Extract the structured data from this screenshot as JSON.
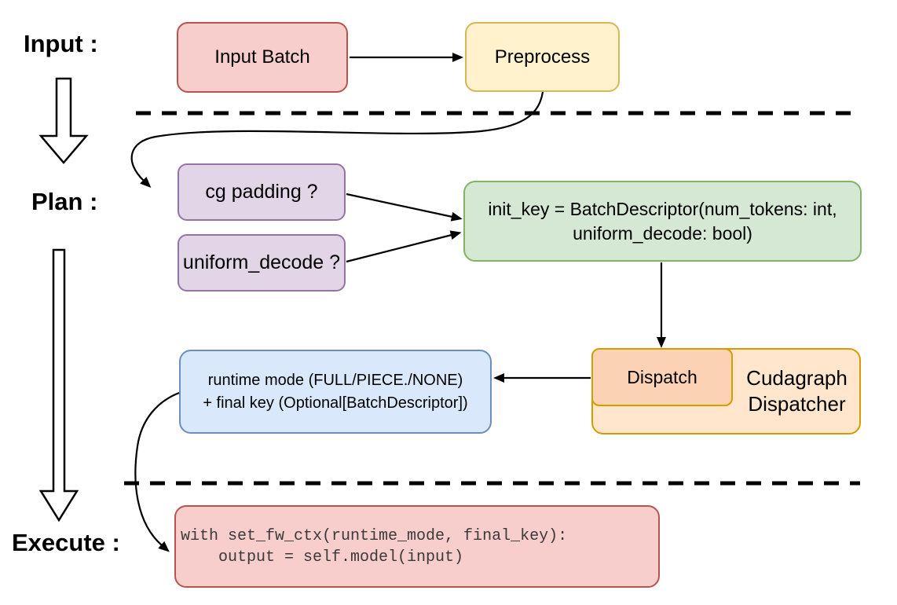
{
  "labels": {
    "input": "Input :",
    "plan": "Plan :",
    "execute": "Execute :"
  },
  "nodes": {
    "input_batch": {
      "label": "Input Batch",
      "fill": "#f8cecc",
      "border": "#b85450"
    },
    "preprocess": {
      "label": "Preprocess",
      "fill": "#fff2cc",
      "border": "#d6b656"
    },
    "cg_padding": {
      "label": "cg padding ?",
      "fill": "#e1d5e7",
      "border": "#9673a6"
    },
    "uniform_decode": {
      "label": "uniform_decode ?",
      "fill": "#e1d5e7",
      "border": "#9673a6"
    },
    "init_key": {
      "line1": "init_key = BatchDescriptor(num_tokens: int,",
      "line2": "uniform_decode: bool)",
      "fill": "#d5e8d4",
      "border": "#82b366"
    },
    "runtime_mode": {
      "line1": "runtime mode (FULL/PIECE./NONE)",
      "line2": "+ final key (Optional[BatchDescriptor])",
      "fill": "#dae8fc",
      "border": "#6c8ebf"
    },
    "dispatch": {
      "label": "Dispatch",
      "fill": "#fbd3b4",
      "border": "#d79b00"
    },
    "cudagraph_dispatcher": {
      "line1": "Cudagraph",
      "line2": "Dispatcher",
      "fill": "#ffe6cc",
      "border": "#d79b00"
    },
    "execute_code": {
      "line1": "with set_fw_ctx(runtime_mode, final_key):",
      "line2": "    output = self.model(input)",
      "fill": "#f8cecc",
      "border": "#b85450",
      "text_color": "#3a3a3a"
    }
  }
}
